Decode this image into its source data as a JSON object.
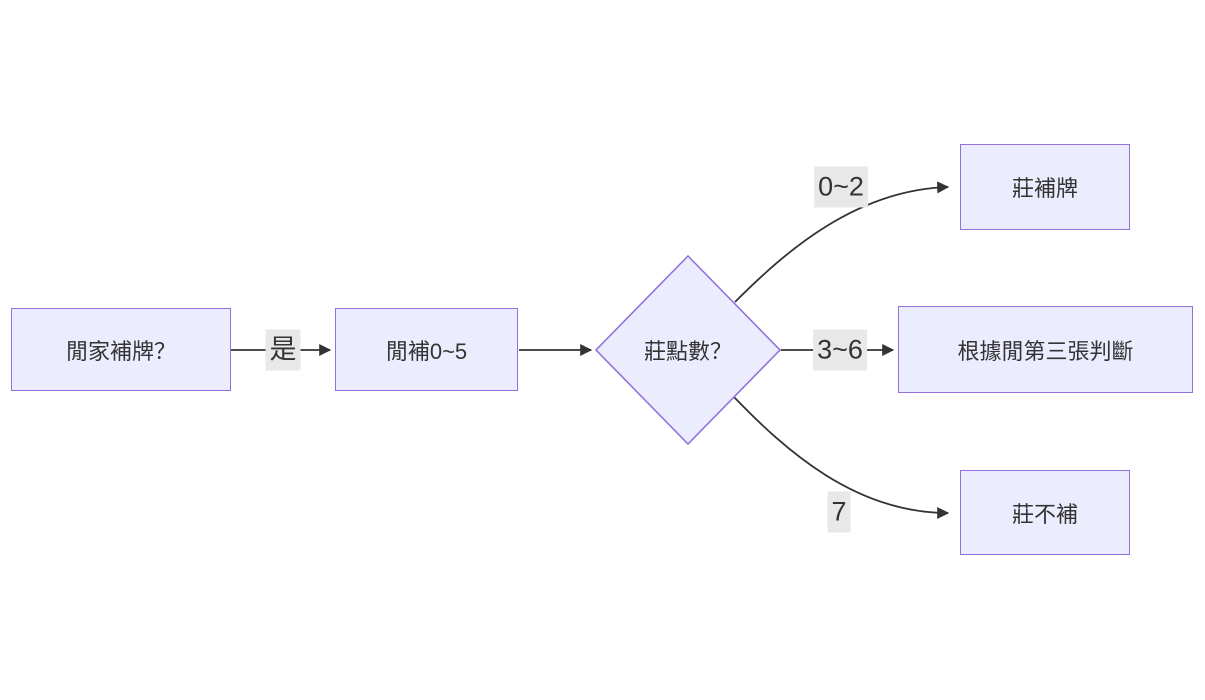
{
  "diagram": {
    "type": "flowchart-LR",
    "nodes": {
      "player_draw_question": {
        "label": "閒家補牌？",
        "shape": "rect"
      },
      "player_draws_0_5": {
        "label": "閒補0~5",
        "shape": "rect"
      },
      "banker_points_question": {
        "label": "莊點數？",
        "shape": "diamond"
      },
      "banker_draws": {
        "label": "莊補牌",
        "shape": "rect"
      },
      "judge_by_player_third_card": {
        "label": "根據閒第三張判斷",
        "shape": "rect"
      },
      "banker_stands": {
        "label": "莊不補",
        "shape": "rect"
      }
    },
    "edges": {
      "yes": {
        "label": "是"
      },
      "range_0_2": {
        "label": "0~2"
      },
      "range_3_6": {
        "label": "3~6"
      },
      "seven": {
        "label": "7"
      }
    },
    "colors": {
      "background": "#FFFFFF",
      "node_fill": "#ECECFF",
      "node_border": "#9370DB",
      "edge_line": "#333333",
      "arrowhead": "#333333",
      "edge_label_background": "#E8E8E8",
      "text": "#333333"
    }
  }
}
